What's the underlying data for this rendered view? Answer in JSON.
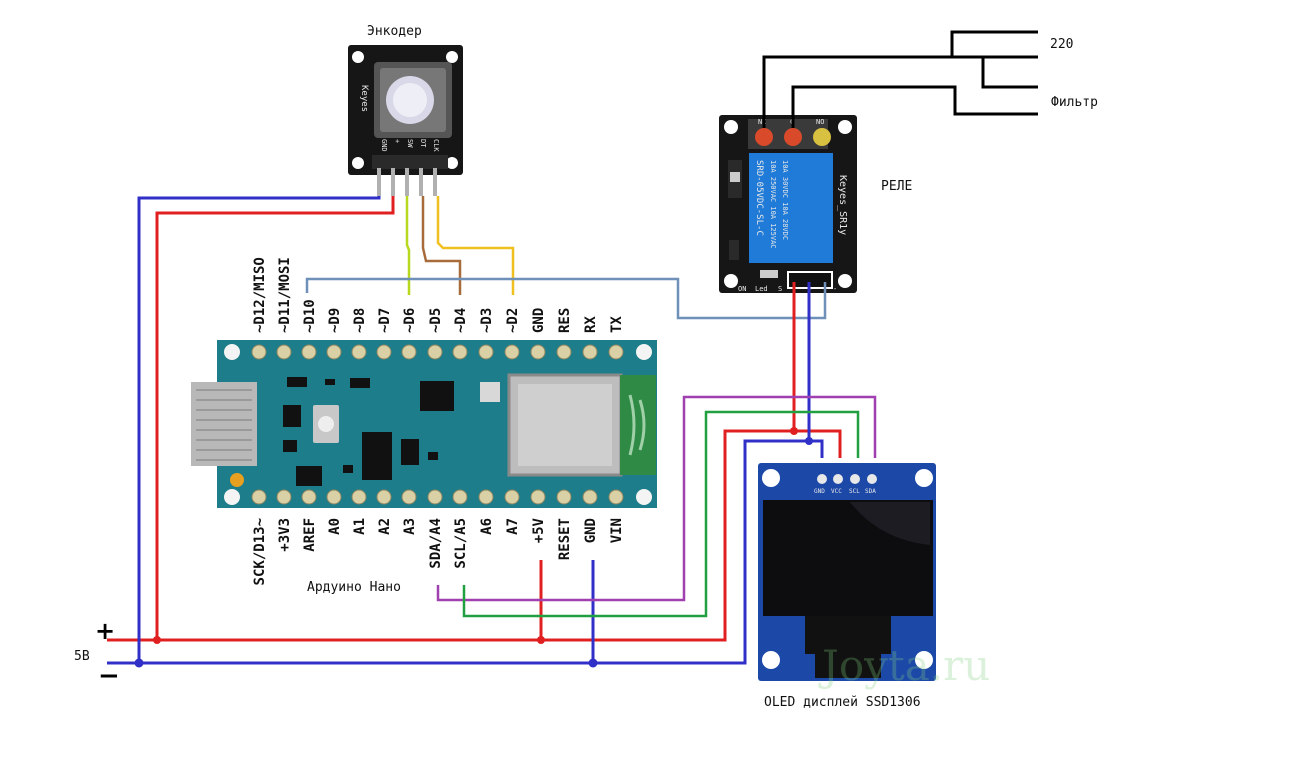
{
  "labels": {
    "encoder_title": "Энкодер",
    "relay_title": "РЕЛЕ",
    "mains_220": "220",
    "filter": "Фильтр",
    "arduino_title": "Ардуино Нано",
    "oled_title": "OLED дисплей SSD1306",
    "supply_voltage": "5В",
    "plus": "+",
    "minus": "−",
    "watermark": "Joyta.ru"
  },
  "arduino": {
    "top_pins": [
      "~D12/MISO",
      "~D11/MOSI",
      "~D10",
      "~D9",
      "~D8",
      "~D7",
      "~D6",
      "~D5",
      "~D4",
      "~D3",
      "~D2",
      "GND",
      "RES",
      "RX",
      "TX"
    ],
    "bottom_pins": [
      "SCK/D13~",
      "+3V3",
      "AREF",
      "A0",
      "A1",
      "A2",
      "A3",
      "SDA/A4",
      "SCL/A5",
      "A6",
      "A7",
      "+5V",
      "RESET",
      "GND",
      "VIN"
    ]
  },
  "encoder": {
    "brand": "Keyes",
    "pins": [
      "GND",
      "+",
      "SW",
      "DT",
      "CLK"
    ]
  },
  "relay": {
    "terminal_labels": [
      "NC",
      "C",
      "NO"
    ],
    "relay_text": [
      "SRD-05VDC-SL-C",
      "10A 250VAC  10A 125VAC",
      "10A 30VDC  10A 28VDC"
    ],
    "brand": "Keyes_SR1y",
    "bottom_labels": [
      "ON",
      "Led",
      "S",
      "+",
      "-"
    ]
  },
  "oled": {
    "pins": [
      "GND",
      "VCC",
      "SCL",
      "SDA"
    ]
  },
  "colors": {
    "vcc": "#e02020",
    "gnd": "#3030c8",
    "encoder_sw": "#b8d820",
    "encoder_dt": "#a86c3c",
    "encoder_clk": "#f0c020",
    "relay_signal": "#6f90b8",
    "sda": "#a040b0",
    "scl": "#20a040",
    "mains": "#000000",
    "pcb": "#1d7d8a",
    "module_black": "#161616",
    "oled_blue": "#1c48a8"
  }
}
